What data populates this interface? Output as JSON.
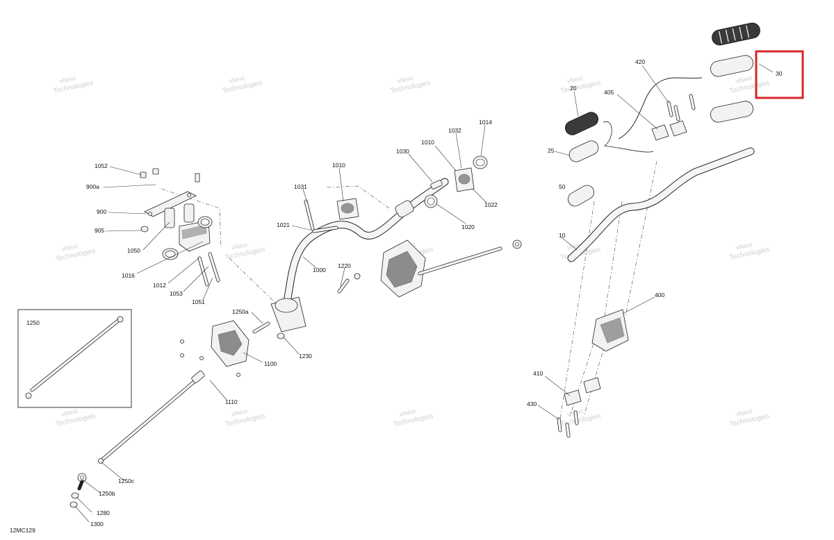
{
  "diagram": {
    "reference_code": "12MC129",
    "watermark_text": [
      "vNext",
      "Technologies"
    ],
    "inset": {
      "label": "1250"
    },
    "highlighted_callout": "30",
    "callouts": [
      {
        "id": "c1052",
        "label": "1052"
      },
      {
        "id": "c900a",
        "label": "900a"
      },
      {
        "id": "c900",
        "label": "900"
      },
      {
        "id": "c905",
        "label": "905"
      },
      {
        "id": "c1050",
        "label": "1050"
      },
      {
        "id": "c1016",
        "label": "1016"
      },
      {
        "id": "c1012",
        "label": "1012"
      },
      {
        "id": "c1053",
        "label": "1053"
      },
      {
        "id": "c1051",
        "label": "1051"
      },
      {
        "id": "c1010a",
        "label": "1010"
      },
      {
        "id": "c1031",
        "label": "1031"
      },
      {
        "id": "c1021",
        "label": "1021"
      },
      {
        "id": "c1000",
        "label": "1000"
      },
      {
        "id": "c1220",
        "label": "1220"
      },
      {
        "id": "c1250a",
        "label": "1250a"
      },
      {
        "id": "c1230",
        "label": "1230"
      },
      {
        "id": "c1100",
        "label": "1100"
      },
      {
        "id": "c1110",
        "label": "1110"
      },
      {
        "id": "c1250c",
        "label": "1250c"
      },
      {
        "id": "c1250b",
        "label": "1250b"
      },
      {
        "id": "c1280",
        "label": "1280"
      },
      {
        "id": "c1300",
        "label": "1300"
      },
      {
        "id": "c1030",
        "label": "1030"
      },
      {
        "id": "c1010b",
        "label": "1010"
      },
      {
        "id": "c1032",
        "label": "1032"
      },
      {
        "id": "c1014",
        "label": "1014"
      },
      {
        "id": "c1022",
        "label": "1022"
      },
      {
        "id": "c1020",
        "label": "1020"
      },
      {
        "id": "c420",
        "label": "420"
      },
      {
        "id": "c405",
        "label": "405"
      },
      {
        "id": "c20",
        "label": "20"
      },
      {
        "id": "c25",
        "label": "25"
      },
      {
        "id": "c50",
        "label": "50"
      },
      {
        "id": "c10",
        "label": "10"
      },
      {
        "id": "c400",
        "label": "400"
      },
      {
        "id": "c410",
        "label": "410"
      },
      {
        "id": "c430",
        "label": "430"
      },
      {
        "id": "c30",
        "label": "30"
      }
    ]
  }
}
